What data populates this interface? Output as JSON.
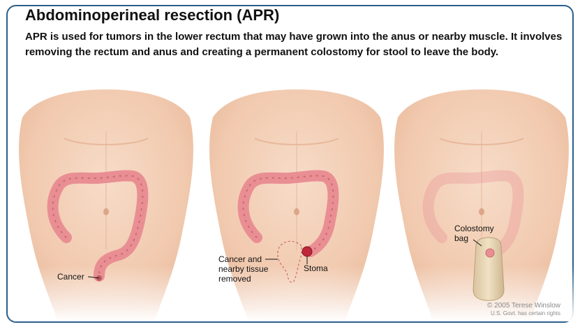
{
  "title": "Abdominoperineal resection (APR)",
  "description": "APR is used for tumors in the lower rectum that may have grown into the anus or nearby muscle. It involves removing the rectum and anus and creating a permanent colostomy for stool to leave the body.",
  "panels": [
    {
      "labels": {
        "cancer": "Cancer"
      }
    },
    {
      "labels": {
        "removed_line1": "Cancer and",
        "removed_line2": "nearby tissue",
        "removed_line3": "removed",
        "stoma": "Stoma"
      }
    },
    {
      "labels": {
        "bag_line1": "Colostomy",
        "bag_line2": "bag"
      }
    }
  ],
  "credit": {
    "line1": "© 2005 Terese Winslow",
    "line2": "U.S. Govt. has certain rights"
  },
  "colors": {
    "border": "#2b5f8a",
    "skin": "#f3cdb3",
    "colon": "#e98f94",
    "colon_dark": "#c86a70",
    "stoma": "#c0283a"
  }
}
